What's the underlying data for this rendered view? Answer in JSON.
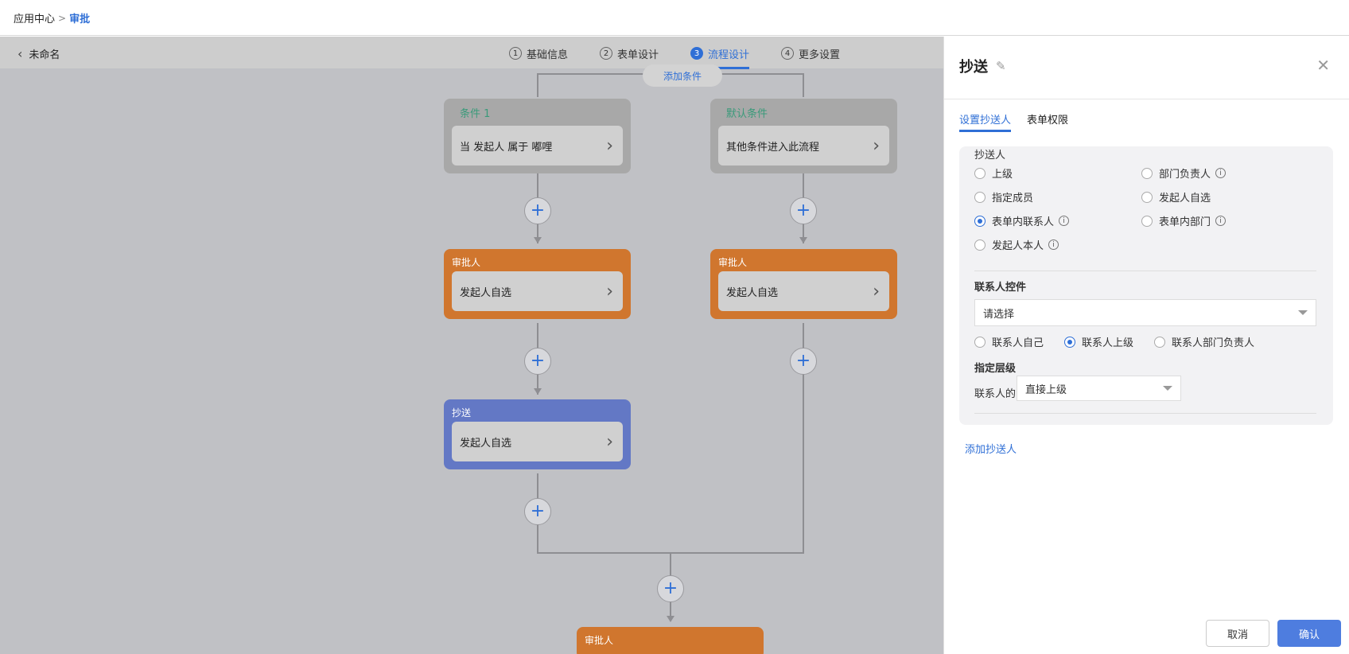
{
  "breadcrumb": {
    "root": "应用中心",
    "current": "审批"
  },
  "subbar": {
    "back_label": "未命名"
  },
  "steps": [
    {
      "num": "1",
      "label": "基础信息"
    },
    {
      "num": "2",
      "label": "表单设计"
    },
    {
      "num": "3",
      "label": "流程设计"
    },
    {
      "num": "4",
      "label": "更多设置"
    }
  ],
  "active_step": 3,
  "flow": {
    "add_condition": "添加条件",
    "condition1": {
      "title": "条件 1",
      "body": "当 发起人 属于 嘟哩"
    },
    "default_condition": {
      "title": "默认条件",
      "body": "其他条件进入此流程"
    },
    "approver_left": {
      "title": "审批人",
      "body": "发起人自选"
    },
    "approver_right": {
      "title": "审批人",
      "body": "发起人自选"
    },
    "cc_left": {
      "title": "抄送",
      "body": "发起人自选"
    },
    "approver_bottom": {
      "title": "审批人"
    },
    "plus": "+",
    "chevron": "›"
  },
  "panel": {
    "title": "抄送",
    "tabs": [
      "设置抄送人",
      "表单权限"
    ],
    "cc_label": "抄送人",
    "options": [
      {
        "label": "上级",
        "selected": false,
        "info": false
      },
      {
        "label": "部门负责人",
        "selected": false,
        "info": true
      },
      {
        "label": "指定成员",
        "selected": false,
        "info": false
      },
      {
        "label": "发起人自选",
        "selected": false,
        "info": false
      },
      {
        "label": "表单内联系人",
        "selected": true,
        "info": true
      },
      {
        "label": "表单内部门",
        "selected": false,
        "info": true
      },
      {
        "label": "发起人本人",
        "selected": false,
        "info": true
      }
    ],
    "contact_control_label": "联系人控件",
    "contact_select_placeholder": "请选择",
    "contact_options": [
      {
        "label": "联系人自己",
        "selected": false
      },
      {
        "label": "联系人上级",
        "selected": true
      },
      {
        "label": "联系人部门负责人",
        "selected": false
      }
    ],
    "level_label": "指定层级",
    "level_prefix": "联系人的",
    "level_value": "直接上级",
    "add_cc": "添加抄送人",
    "cancel": "取消",
    "confirm": "确认"
  },
  "colors": {
    "accent": "#2f6fd6",
    "approver": "#d0762e",
    "cc": "#6378c5",
    "condition": "#a8a8a8",
    "condition_title": "#3a9a7a"
  }
}
